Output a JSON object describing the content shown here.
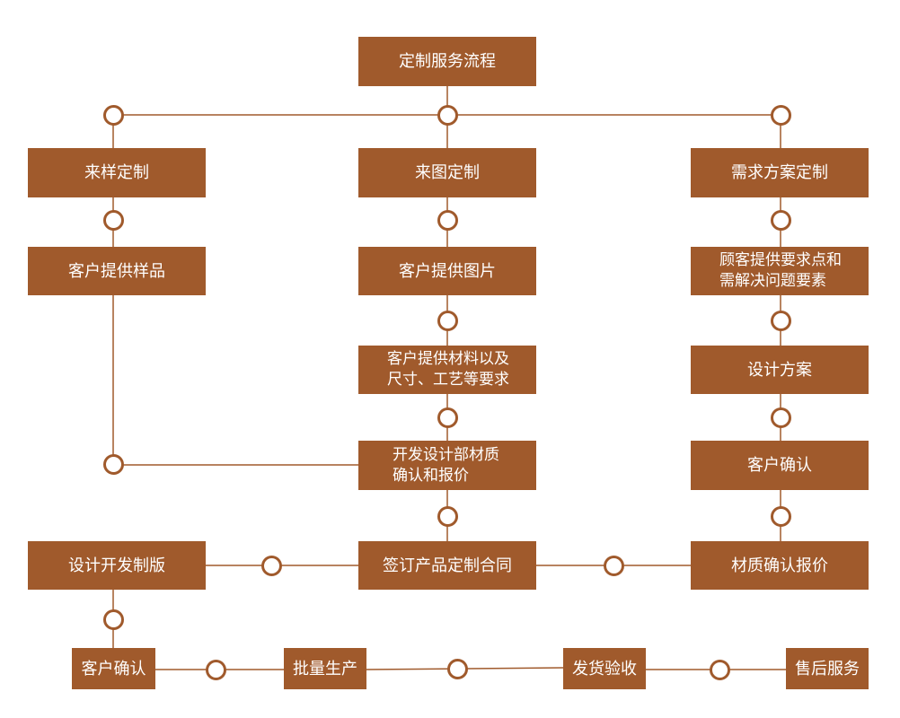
{
  "diagram": {
    "colors": {
      "box_fill": "#a05a2c",
      "line": "#a05a2c",
      "text": "#ffffff"
    },
    "nodes": {
      "root": "定制服务流程",
      "sample": "来样定制",
      "image": "来图定制",
      "plan": "需求方案定制",
      "sample_provide": "客户提供样品",
      "image_provide": "客户提供图片",
      "image_material": "客户提供材料以及\n尺寸、工艺等要求",
      "image_dev": "开发设计部材质\n确认和报价",
      "plan_provide": "顾客提供要求点和\n需解决问题要素",
      "plan_design": "设计方案",
      "plan_confirm": "客户确认",
      "contract": "签订产品定制合同",
      "material_quote": "材质确认报价",
      "design_proof": "设计开发制版",
      "final_confirm": "客户确认",
      "mass_production": "批量生产",
      "shipping": "发货验收",
      "after_sales": "售后服务"
    }
  }
}
